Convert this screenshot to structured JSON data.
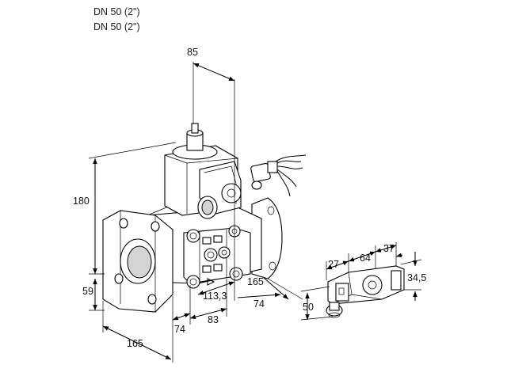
{
  "header": {
    "line1": "DN 50 (2\")",
    "line2": "DN 50 (2\")"
  },
  "dimensions": {
    "d85": "85",
    "d180": "180",
    "d59": "59",
    "d165_left": "165",
    "d74_bottom": "74",
    "d83": "83",
    "d113": "113,3",
    "d74_right": "74",
    "d165_right": "165",
    "d27": "27",
    "d64": "64",
    "d37": "37",
    "d34_5": "34,5",
    "d50": "50"
  }
}
